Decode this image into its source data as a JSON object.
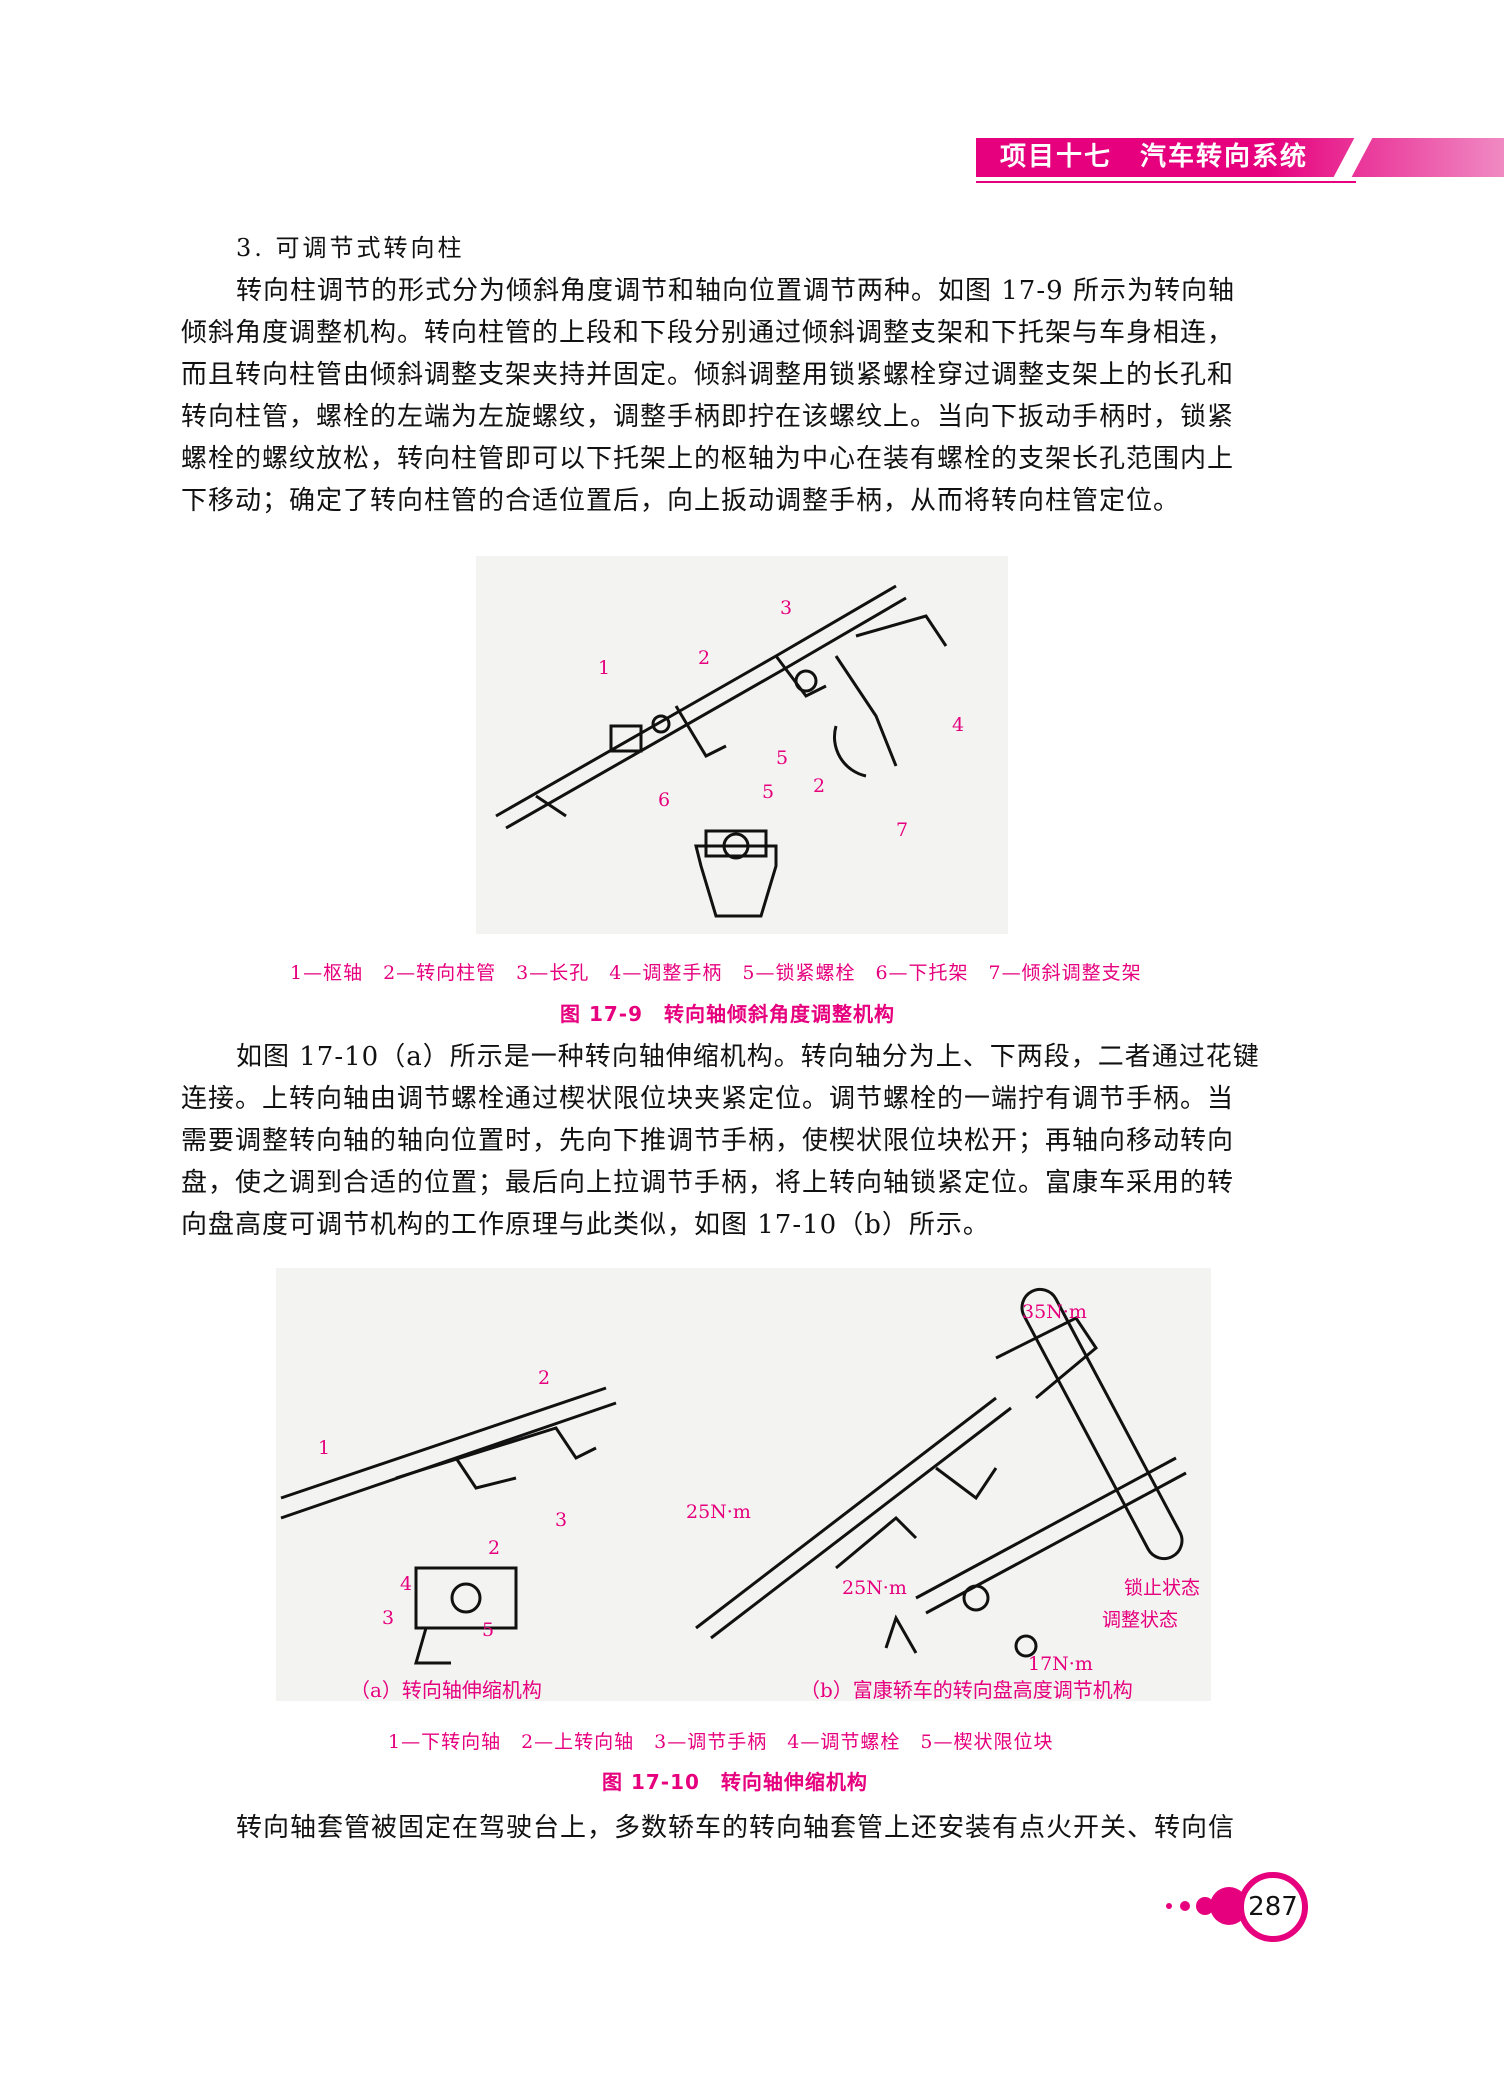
{
  "header": {
    "chapter": "项目十七",
    "title": "汽车转向系统"
  },
  "section_title": "3. 可调节式转向柱",
  "paragraph1": [
    "转向柱调节的形式分为倾斜角度调节和轴向位置调节两种。如图 17-9 所示为转向轴",
    "倾斜角度调整机构。转向柱管的上段和下段分别通过倾斜调整支架和下托架与车身相连，",
    "而且转向柱管由倾斜调整支架夹持并固定。倾斜调整用锁紧螺栓穿过调整支架上的长孔和",
    "转向柱管，螺栓的左端为左旋螺纹，调整手柄即拧在该螺纹上。当向下扳动手柄时，锁紧",
    "螺栓的螺纹放松，转向柱管即可以下托架上的枢轴为中心在装有螺栓的支架长孔范围内上",
    "下移动；确定了转向柱管的合适位置后，向上扳动调整手柄，从而将转向柱管定位。"
  ],
  "figure1": {
    "callouts": [
      "1",
      "2",
      "3",
      "4",
      "5",
      "6",
      "5",
      "2",
      "7"
    ],
    "legend": "1—枢轴　2—转向柱管　3—长孔　4—调整手柄　5—锁紧螺栓　6—下托架　7—倾斜调整支架",
    "caption": "图 17-9　转向轴倾斜角度调整机构"
  },
  "paragraph2": [
    "如图 17-10（a）所示是一种转向轴伸缩机构。转向轴分为上、下两段，二者通过花键",
    "连接。上转向轴由调节螺栓通过楔状限位块夹紧定位。调节螺栓的一端拧有调节手柄。当",
    "需要调整转向轴的轴向位置时，先向下推调节手柄，使楔状限位块松开；再轴向移动转向",
    "盘，使之调到合适的位置；最后向上拉调节手柄，将上转向轴锁紧定位。富康车采用的转",
    "向盘高度可调节机构的工作原理与此类似，如图 17-10（b）所示。"
  ],
  "figure2": {
    "callouts_a": [
      "2",
      "1",
      "3",
      "2",
      "4",
      "3",
      "5"
    ],
    "callouts_b": [
      "35N·m",
      "25N·m",
      "25N·m",
      "锁止状态",
      "调整状态",
      "17N·m"
    ],
    "sub_a": "（a）转向轴伸缩机构",
    "sub_b": "（b）富康轿车的转向盘高度调节机构",
    "legend": "1—下转向轴　2—上转向轴　3—调节手柄　4—调节螺栓　5—楔状限位块",
    "caption": "图 17-10　转向轴伸缩机构"
  },
  "paragraph3": [
    "转向轴套管被固定在驾驶台上，多数轿车的转向轴套管上还安装有点火开关、转向信"
  ],
  "page_number": "287",
  "colors": {
    "accent": "#e6007e"
  }
}
